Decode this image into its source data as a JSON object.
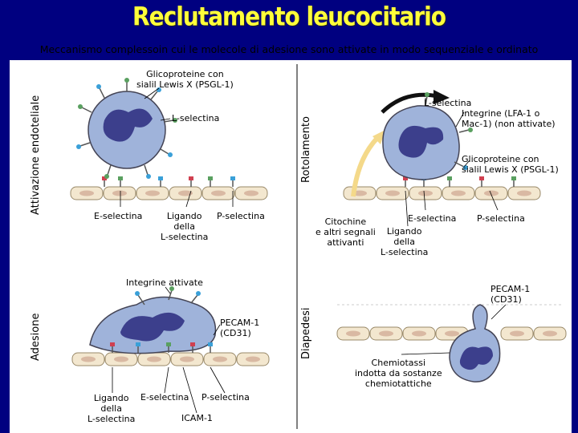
{
  "title": "Reclutamento leucocitario",
  "subtitle": "Meccanismo complessoin cui le molecole di adesione sono attivate in modo sequenziale e ordinato",
  "stages": {
    "activation": "Attivazione endoteliale",
    "rolling": "Rotolamento",
    "adhesion": "Adesione",
    "diapedesis": "Diapedesi"
  },
  "labels": {
    "a_glyco": "Glicoproteine con\nsialil Lewis X (PSGL-1)",
    "a_lsel": "L-selectina",
    "a_esel": "E-selectina",
    "a_ligand": "Ligando\ndella\nL-selectina",
    "a_psel": "P-selectina",
    "r_lsel": "L-selectina",
    "r_integrin": "Integrine (LFA-1 o\nMac-1) (non attivate)",
    "r_glyco": "Glicoproteine con\nsialil Lewis X (PSGL-1)",
    "r_cyto": "Citochine\ne altri segnali\nattivanti",
    "r_esel": "E-selectina",
    "r_ligand": "Ligando\ndella\nL-selectina",
    "r_psel": "P-selectina",
    "ad_integrin": "Integrine attivate",
    "ad_pecam": "PECAM-1\n(CD31)",
    "ad_ligand": "Ligando\ndella\nL-selectina",
    "ad_esel": "E-selectina",
    "ad_psel": "P-selectina",
    "ad_icam": "ICAM-1",
    "d_pecam": "PECAM-1\n(CD31)",
    "d_chemo": "Chemiotassi\nindotta da sostanze\nchemiotattiche"
  },
  "colors": {
    "background": "#000080",
    "title": "#ffff3a",
    "cell": "#9fb3da",
    "nucleus": "#3c3f8c",
    "endothelium": "#f3e7cf",
    "arrow": "#f4d98a"
  }
}
